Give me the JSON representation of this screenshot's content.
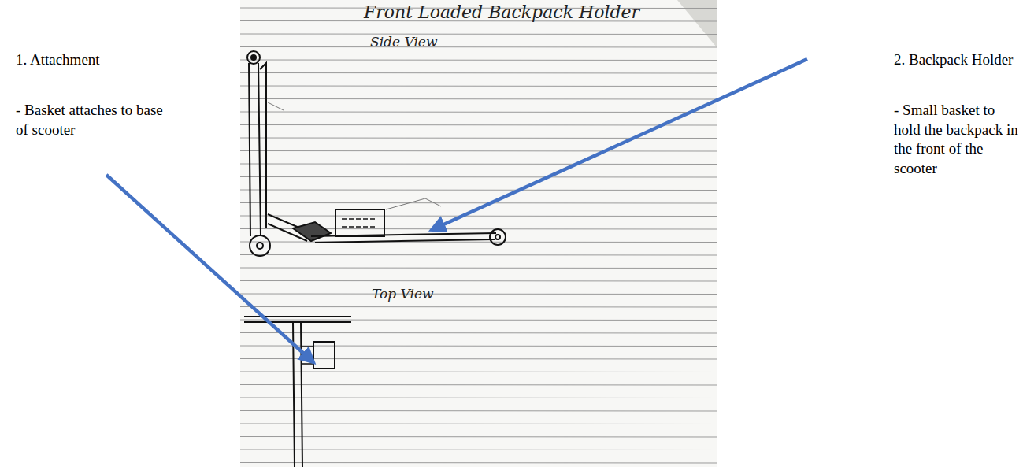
{
  "diagram": {
    "title": "Front Loaded Backpack Holder",
    "labels": [
      "Side View",
      "Top View",
      "1. Attachment",
      "- Basket attaches to base of scooter",
      "2. Backpack Holder",
      "- Small basket to hold the backpack in the front of the scooter"
    ]
  }
}
